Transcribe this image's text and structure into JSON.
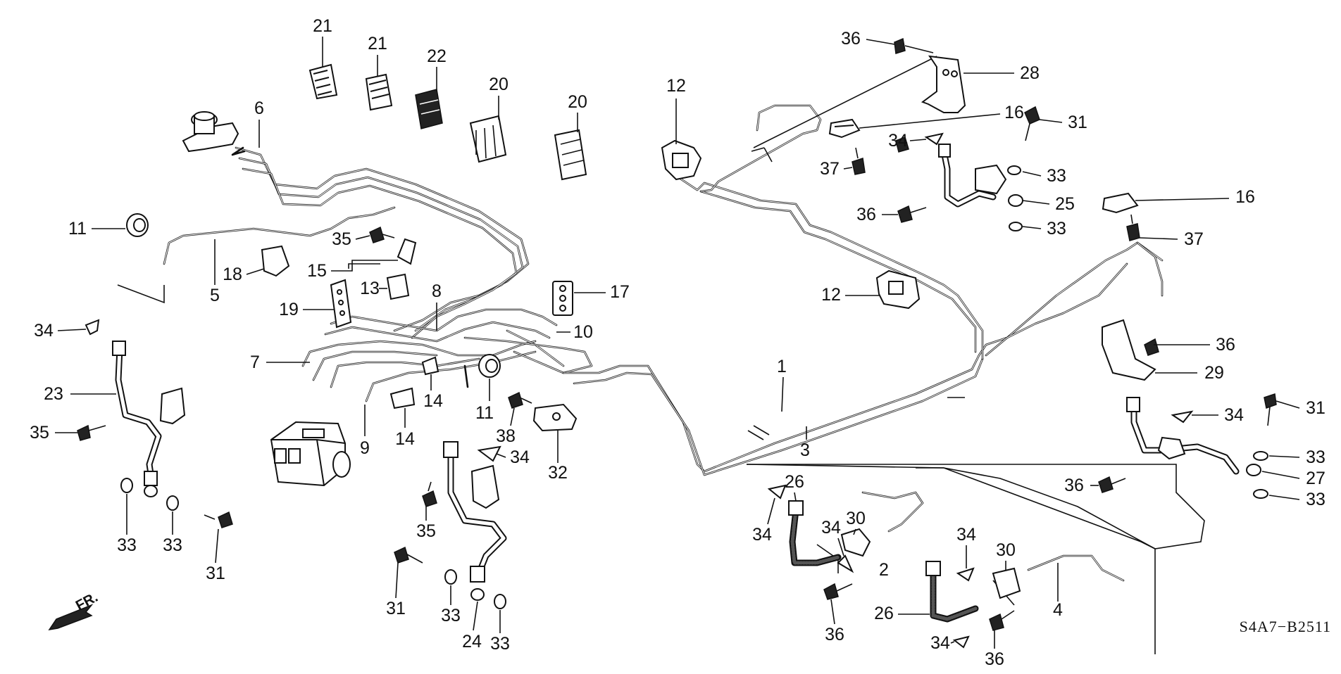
{
  "diagram_code": "S4A7−B2511",
  "direction_label": "FR.",
  "callouts": [
    {
      "id": "c1",
      "text": "1"
    },
    {
      "id": "c2",
      "text": "2"
    },
    {
      "id": "c3",
      "text": "3"
    },
    {
      "id": "c4",
      "text": "4"
    },
    {
      "id": "c5",
      "text": "5"
    },
    {
      "id": "c6",
      "text": "6"
    },
    {
      "id": "c7",
      "text": "7"
    },
    {
      "id": "c8",
      "text": "8"
    },
    {
      "id": "c9",
      "text": "9"
    },
    {
      "id": "c10",
      "text": "10"
    },
    {
      "id": "c11a",
      "text": "11"
    },
    {
      "id": "c11b",
      "text": "11"
    },
    {
      "id": "c12a",
      "text": "12"
    },
    {
      "id": "c12b",
      "text": "12"
    },
    {
      "id": "c13",
      "text": "13"
    },
    {
      "id": "c14a",
      "text": "14"
    },
    {
      "id": "c14b",
      "text": "14"
    },
    {
      "id": "c15",
      "text": "15"
    },
    {
      "id": "c16a",
      "text": "16"
    },
    {
      "id": "c16b",
      "text": "16"
    },
    {
      "id": "c17",
      "text": "17"
    },
    {
      "id": "c18",
      "text": "18"
    },
    {
      "id": "c19",
      "text": "19"
    },
    {
      "id": "c20a",
      "text": "20"
    },
    {
      "id": "c20b",
      "text": "20"
    },
    {
      "id": "c21a",
      "text": "21"
    },
    {
      "id": "c21b",
      "text": "21"
    },
    {
      "id": "c22",
      "text": "22"
    },
    {
      "id": "c23",
      "text": "23"
    },
    {
      "id": "c24",
      "text": "24"
    },
    {
      "id": "c25",
      "text": "25"
    },
    {
      "id": "c26a",
      "text": "26"
    },
    {
      "id": "c26b",
      "text": "26"
    },
    {
      "id": "c27",
      "text": "27"
    },
    {
      "id": "c28",
      "text": "28"
    },
    {
      "id": "c29",
      "text": "29"
    },
    {
      "id": "c30a",
      "text": "30"
    },
    {
      "id": "c30b",
      "text": "30"
    },
    {
      "id": "c31a",
      "text": "31"
    },
    {
      "id": "c31b",
      "text": "31"
    },
    {
      "id": "c31c",
      "text": "31"
    },
    {
      "id": "c31d",
      "text": "31"
    },
    {
      "id": "c32",
      "text": "32"
    },
    {
      "id": "c33a",
      "text": "33"
    },
    {
      "id": "c33b",
      "text": "33"
    },
    {
      "id": "c33c",
      "text": "33"
    },
    {
      "id": "c33d",
      "text": "33"
    },
    {
      "id": "c33e",
      "text": "33"
    },
    {
      "id": "c33f",
      "text": "33"
    },
    {
      "id": "c33g",
      "text": "33"
    },
    {
      "id": "c33h",
      "text": "33"
    },
    {
      "id": "c34a",
      "text": "34"
    },
    {
      "id": "c34b",
      "text": "34"
    },
    {
      "id": "c34c",
      "text": "34"
    },
    {
      "id": "c34d",
      "text": "34"
    },
    {
      "id": "c34e",
      "text": "34"
    },
    {
      "id": "c34f",
      "text": "34"
    },
    {
      "id": "c34g",
      "text": "34"
    },
    {
      "id": "c34h",
      "text": "34"
    },
    {
      "id": "c35a",
      "text": "35"
    },
    {
      "id": "c35b",
      "text": "35"
    },
    {
      "id": "c35c",
      "text": "35"
    },
    {
      "id": "c36a",
      "text": "36"
    },
    {
      "id": "c36b",
      "text": "36"
    },
    {
      "id": "c36c",
      "text": "36"
    },
    {
      "id": "c36d",
      "text": "36"
    },
    {
      "id": "c36e",
      "text": "36"
    },
    {
      "id": "c36f",
      "text": "36"
    },
    {
      "id": "c37a",
      "text": "37"
    },
    {
      "id": "c37b",
      "text": "37"
    },
    {
      "id": "c38",
      "text": "38"
    }
  ]
}
